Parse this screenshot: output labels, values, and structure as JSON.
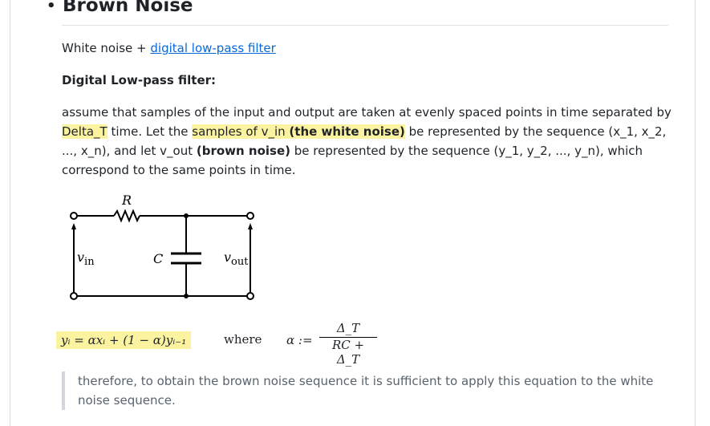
{
  "heading": "Brown Noise",
  "intro": {
    "text": "White noise + ",
    "link": "digital low-pass filter"
  },
  "subheading": "Digital Low-pass filter:",
  "paragraph": {
    "p1": "assume that samples of the input and output are taken at evenly spaced points in time separated by ",
    "h1": "Delta_T",
    "p2": " time. Let the ",
    "h2a": "samples of v_in ",
    "h2b": "(the white noise)",
    "p3": " be represented by the sequence (x_1, x_2, ..., x_n), and let v_out ",
    "b1": "(brown noise)",
    "p4": " be represented by the sequence (y_1, y_2, ..., y_n), which correspond to the same points in time."
  },
  "circuit": {
    "R": "R",
    "C": "C",
    "vin": "v",
    "vin_sub": "in",
    "vout": "v",
    "vout_sub": "out"
  },
  "equation": {
    "lhs": "yᵢ = αxᵢ + (1 − α)yᵢ₋₁",
    "where": "where",
    "alpha": "α :=",
    "num": "Δ_T",
    "den": "RC + Δ_T"
  },
  "quote": "therefore, to obtain the brown noise sequence it is sufficient to apply this equation to the white noise sequence.",
  "colors": {
    "link": "#0969da",
    "highlight": "#fbf3a0"
  }
}
